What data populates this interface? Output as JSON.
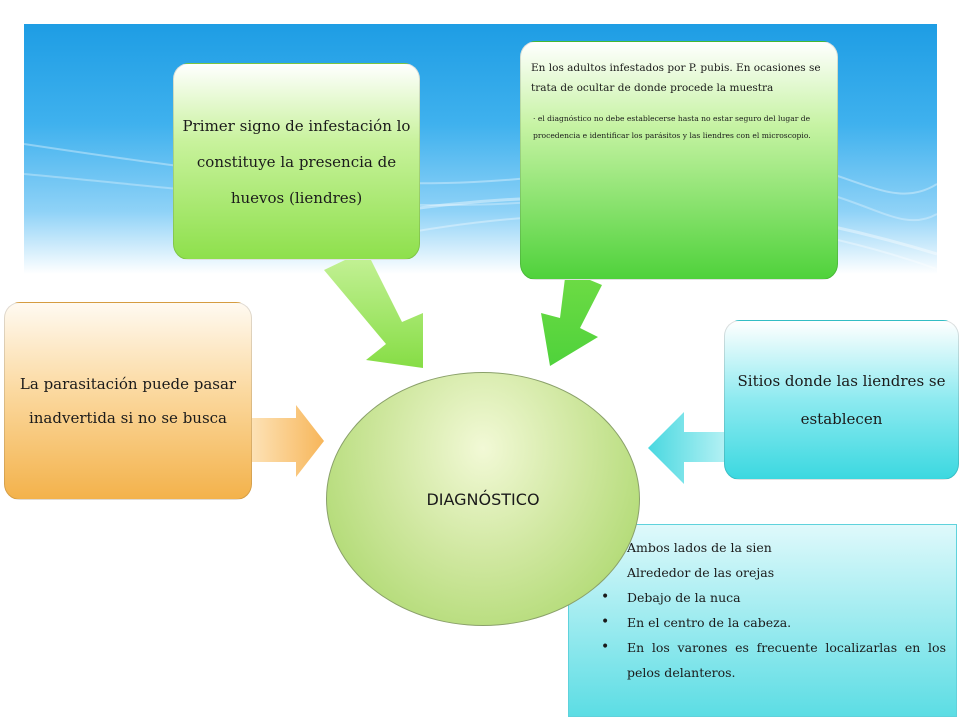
{
  "center": {
    "label": "DIAGNÓSTICO"
  },
  "boxes": {
    "left": {
      "text": "La parasitación puede pasar inadvertida si no se busca"
    },
    "top": {
      "text": "Primer signo de infestación lo constituye la presencia de huevos (liendres)"
    },
    "top_right": {
      "line1": "En los adultos infestados por P. pubis. En ocasiones se trata de ocultar de donde procede la muestra",
      "line2": "· el diagnóstico no debe establecerse hasta no estar seguro del lugar de procedencia e identificar los parásitos y las liendres con el microscopio."
    },
    "right": {
      "text": "Sitios donde las liendres se establecen"
    }
  },
  "sites": {
    "items": [
      "Ambos lados de la sien",
      "Alrededor de las orejas",
      "Debajo de la nuca",
      "En el centro de la cabeza.",
      "En los varones es frecuente localizarlas en los pelos delanteros."
    ]
  },
  "colors": {
    "banner": "#1e9de4",
    "orange": "#f3b24b",
    "green": "#8ee04c",
    "green_dark": "#4fd23b",
    "cyan": "#3bd8e0",
    "ellipse": "#a2d45f"
  }
}
